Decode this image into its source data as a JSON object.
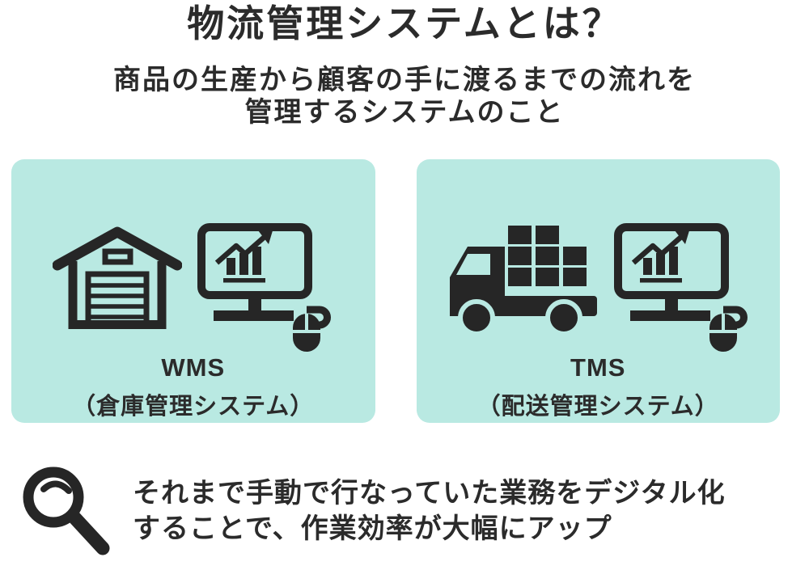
{
  "colors": {
    "page_background": "#ffffff",
    "card_background": "#b9e9e2",
    "ink": "#2b2b2b",
    "icon_ink": "#262626"
  },
  "header": {
    "title": "物流管理システムとは？",
    "subtitle_line1": "商品の生産から顧客の手に渡るまでの流れを",
    "subtitle_line2": "管理するシステムのこと"
  },
  "cards": [
    {
      "abbr": "WMS",
      "full_name": "（倉庫管理システム）",
      "icons": [
        "warehouse-icon",
        "monitor-chart-icon",
        "mouse-icon"
      ]
    },
    {
      "abbr": "TMS",
      "full_name": "（配送管理システム）",
      "icons": [
        "truck-icon",
        "monitor-chart-icon",
        "mouse-icon"
      ]
    }
  ],
  "footer": {
    "icon": "magnifier-icon",
    "line1": "それまで手動で行なっていた業務をデジタル化",
    "line2": "することで、作業効率が大幅にアップ"
  }
}
